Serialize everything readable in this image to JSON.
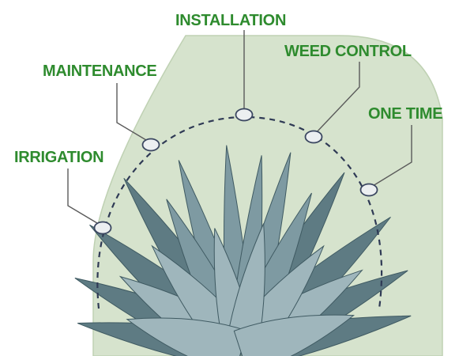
{
  "labels": {
    "installation": "INSTALLATION",
    "maintenance": "MAINTENANCE",
    "weed_control": "WEED CONTROL",
    "one_time": "ONE TIME",
    "irrigation": "IRRIGATION"
  },
  "colors": {
    "label_green": "#2e8b2e",
    "backdrop_green": "#d6e3cd",
    "backdrop_border": "#bfd1b3",
    "connector": "#5a5a5a",
    "dashed_arc": "#2f3a55",
    "node_fill": "#eceff1",
    "node_stroke": "#3a4660"
  },
  "icons": {
    "plant": "agave-plant-icon"
  }
}
